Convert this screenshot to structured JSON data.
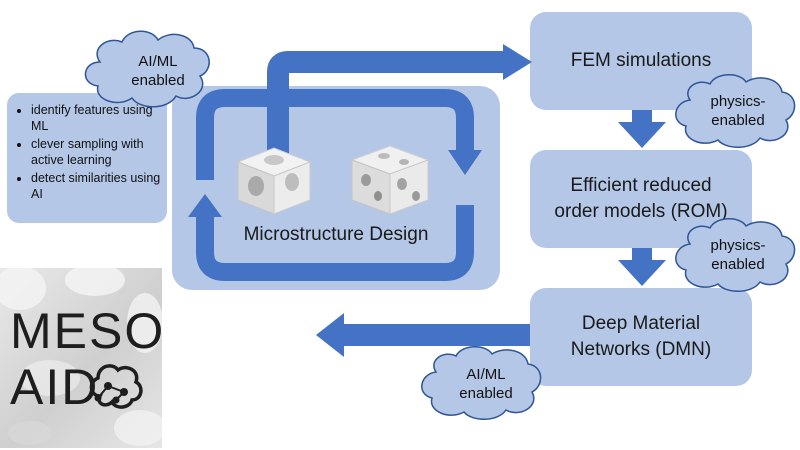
{
  "center_label": "Microstructure Design",
  "boxes": {
    "fem": "FEM simulations",
    "rom_line1": "Efficient reduced",
    "rom_line2": "order models (ROM)",
    "dmn_line1": "Deep Material",
    "dmn_line2": "Networks (DMN)"
  },
  "clouds": {
    "top_left_line1": "AI/ML",
    "top_left_line2": "enabled",
    "right1_line1": "physics-",
    "right1_line2": "enabled",
    "right2_line1": "physics-",
    "right2_line2": "enabled",
    "bottom_line1": "AI/ML",
    "bottom_line2": "enabled"
  },
  "features": [
    "identify features using ML",
    "clever sampling with active learning",
    "detect similarities using AI"
  ],
  "logo": {
    "line1": "MESO",
    "line2": "AID"
  },
  "colors": {
    "box_fill": "#b4c7e7",
    "arrow": "#4472c4",
    "cloud_fill": "#b4c7e7",
    "cloud_stroke": "#2f5597"
  }
}
